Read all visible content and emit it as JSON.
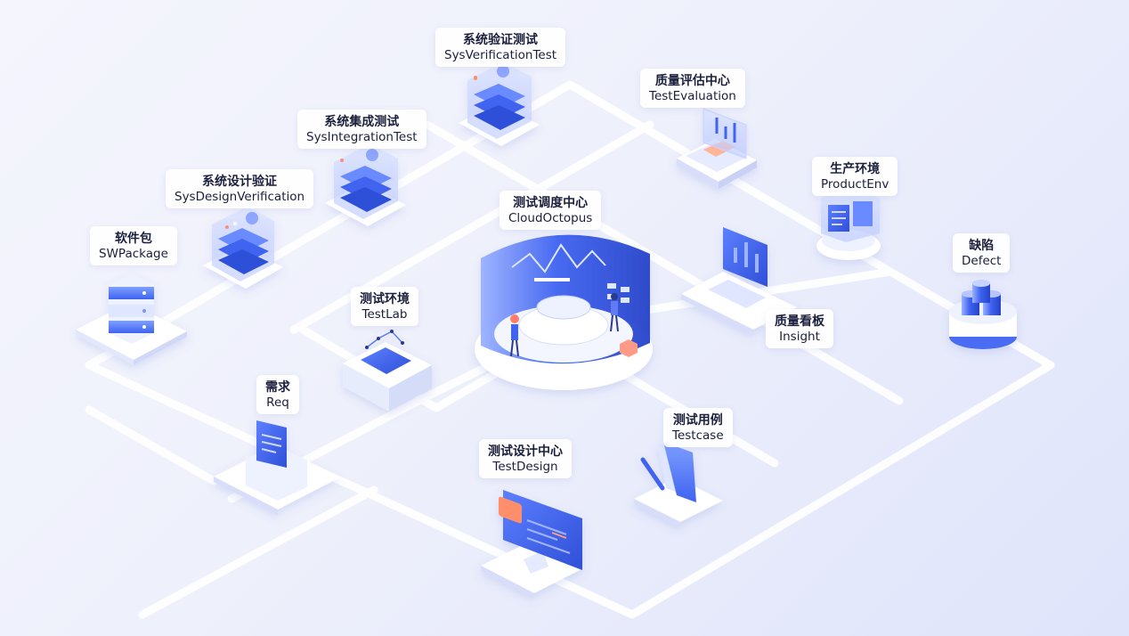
{
  "nodes": [
    {
      "id": "sysverify",
      "zh": "系统验证测试",
      "en": "SysVerificationTest"
    },
    {
      "id": "testeval",
      "zh": "质量评估中心",
      "en": "TestEvaluation"
    },
    {
      "id": "sysinteg",
      "zh": "系统集成测试",
      "en": "SysIntegrationTest"
    },
    {
      "id": "sysdesign",
      "zh": "系统设计验证",
      "en": "SysDesignVerification"
    },
    {
      "id": "productenv",
      "zh": "生产环境",
      "en": "ProductEnv"
    },
    {
      "id": "cloudoctopus",
      "zh": "测试调度中心",
      "en": "CloudOctopus"
    },
    {
      "id": "swpackage",
      "zh": "软件包",
      "en": "SWPackage"
    },
    {
      "id": "defect",
      "zh": "缺陷",
      "en": "Defect"
    },
    {
      "id": "testlab",
      "zh": "测试环境",
      "en": "TestLab"
    },
    {
      "id": "insight",
      "zh": "质量看板",
      "en": "Insight"
    },
    {
      "id": "req",
      "zh": "需求",
      "en": "Req"
    },
    {
      "id": "testcase",
      "zh": "测试用例",
      "en": "Testcase"
    },
    {
      "id": "testdesign",
      "zh": "测试设计中心",
      "en": "TestDesign"
    }
  ],
  "colors": {
    "accent": "#3f63f0",
    "accent_light": "#8fa6ff",
    "platform": "#ffffff",
    "orange": "#ff8f6a"
  }
}
